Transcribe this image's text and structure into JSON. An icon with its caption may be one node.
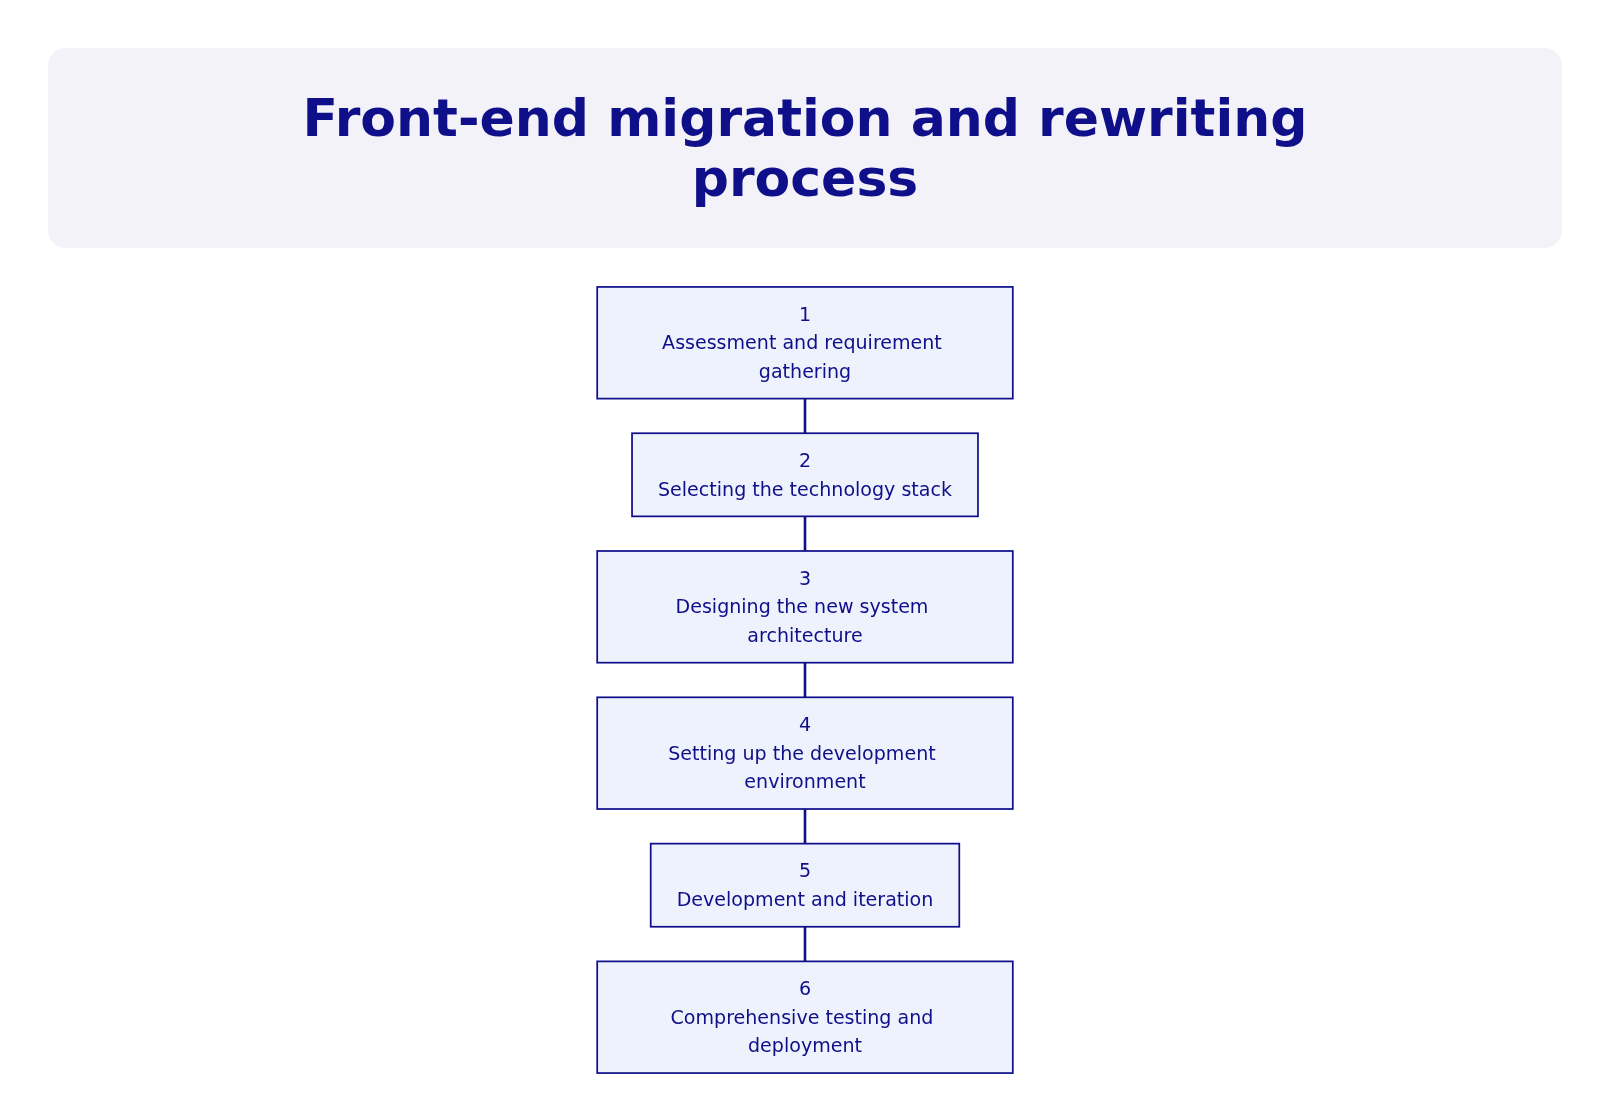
{
  "diagram": {
    "title": "Front-end migration and rewriting process",
    "nodes": [
      {
        "text": [
          "1",
          "Assessment and requirement gathering"
        ]
      },
      {
        "text": [
          "2",
          "Selecting the technology stack"
        ]
      },
      {
        "text": [
          "3",
          "Designing the new system architecture"
        ]
      },
      {
        "text": [
          "4",
          "Setting up the development environment"
        ]
      },
      {
        "text": [
          "5",
          "Development and iteration"
        ]
      },
      {
        "text": [
          "6",
          "Comprehensive testing and deployment"
        ]
      }
    ],
    "edges": [
      {
        "from": 0,
        "to": 1,
        "arrow": "none"
      },
      {
        "from": 1,
        "to": 2,
        "arrow": "none"
      },
      {
        "from": 2,
        "to": 3,
        "arrow": "none"
      },
      {
        "from": 3,
        "to": 4,
        "arrow": "none"
      },
      {
        "from": 4,
        "to": 5,
        "arrow": "none"
      }
    ]
  }
}
